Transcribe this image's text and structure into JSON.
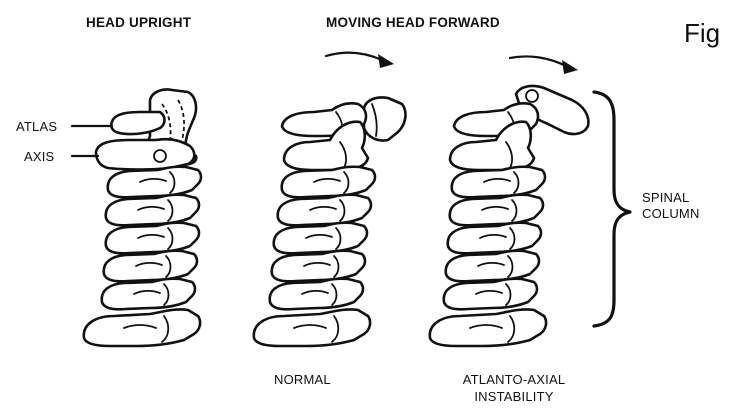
{
  "headings": {
    "left": "HEAD UPRIGHT",
    "middle": "MOVING HEAD FORWARD"
  },
  "figure_label": "Fig",
  "annotations": {
    "atlas": "ATLAS",
    "axis": "AXIS",
    "spinal_line1": "SPINAL",
    "spinal_line2": "COLUMN"
  },
  "captions": {
    "normal": "NORMAL",
    "instability_line1": "ATLANTO-AXIAL",
    "instability_line2": "INSTABILITY"
  },
  "colors": {
    "ink": "#111111",
    "background": "#ffffff"
  }
}
